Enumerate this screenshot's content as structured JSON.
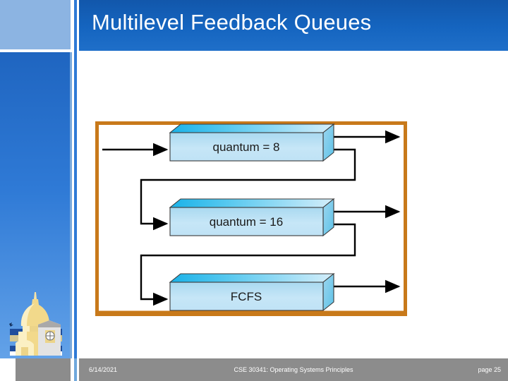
{
  "slide": {
    "title": "Multilevel Feedback Queues",
    "background": "#ffffff",
    "accent_blue": "#1565c0",
    "rail_light_blue": "#8cb4e2",
    "footer_gray": "#8c8c8c"
  },
  "logo": {
    "name": "golden-dome-logo",
    "gold": "#f2d98b",
    "gold_light": "#fbf0c4",
    "gold_dark": "#d9b95c",
    "navy": "#1f4e9c"
  },
  "figure": {
    "name": "multilevel-feedback-queue-diagram",
    "border_color": "#c8791a",
    "border_width": 5,
    "queues": [
      {
        "id": "queue-0",
        "label": "quantum = 8",
        "level": 0
      },
      {
        "id": "queue-1",
        "label": "quantum = 16",
        "level": 1
      },
      {
        "id": "queue-2",
        "label": "FCFS",
        "level": 2
      }
    ],
    "box_fill_top": "#2bb8e8",
    "box_fill_front": "#bfe2f5",
    "box_fill_side": "#7fcdea",
    "box_stroke": "#333333",
    "arrow_color": "#000000",
    "arrows": [
      {
        "name": "arrival-arrow",
        "from": "left-edge",
        "to": "queue-0"
      },
      {
        "name": "exit-arrow-0",
        "from": "queue-0",
        "to": "right-edge"
      },
      {
        "name": "demote-arrow-0to1",
        "from": "queue-0",
        "to": "queue-1"
      },
      {
        "name": "exit-arrow-1",
        "from": "queue-1",
        "to": "right-edge"
      },
      {
        "name": "demote-arrow-1to2",
        "from": "queue-1",
        "to": "queue-2"
      },
      {
        "name": "exit-arrow-2",
        "from": "queue-2",
        "to": "right-edge"
      }
    ]
  },
  "footer": {
    "date": "6/14/2021",
    "course": "CSE 30341: Operating Systems Principles",
    "page": "page 25"
  }
}
